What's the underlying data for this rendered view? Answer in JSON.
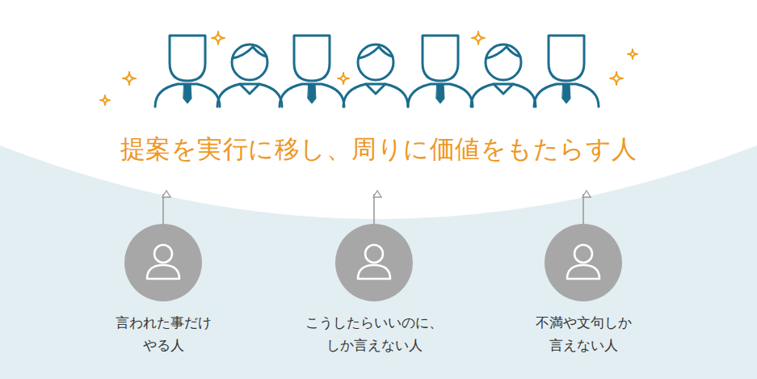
{
  "diagram": {
    "nodes": [
      {
        "text": [
          "提案を実行に移し、周りに価値をもたらす人"
        ]
      },
      {
        "text": [
          "言われた事だけ やる人"
        ]
      },
      {
        "text": [
          "こうしたらいいのに、 しか言えない人"
        ]
      },
      {
        "text": [
          "不満や文句しか 言えない人"
        ]
      }
    ],
    "edges": [
      {
        "from": 1,
        "to": 0,
        "arrow": "to"
      },
      {
        "from": 2,
        "to": 0,
        "arrow": "to"
      },
      {
        "from": 3,
        "to": 0,
        "arrow": "to"
      }
    ]
  }
}
